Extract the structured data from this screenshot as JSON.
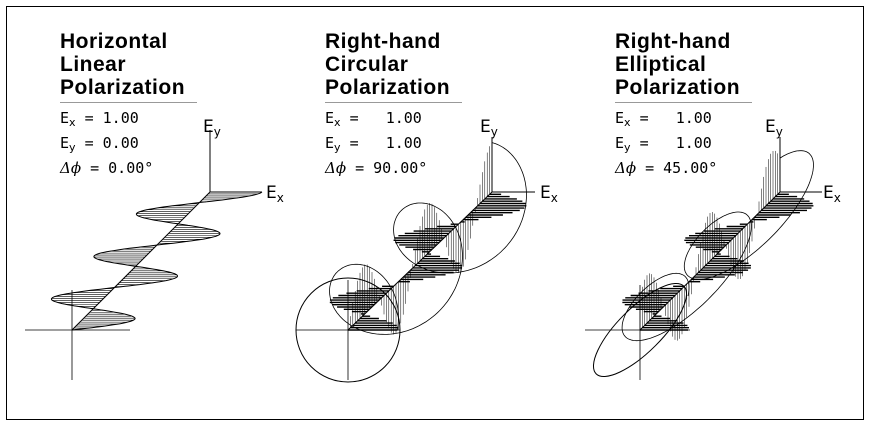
{
  "panels": [
    {
      "title_lines": [
        "Horizontal",
        "Linear",
        "Polarization"
      ],
      "ex_label": "E",
      "ex_sub": "x",
      "ex_value": "1.00",
      "ey_label": "E",
      "ey_sub": "y",
      "ey_value": "0.00",
      "dphi_label": "Δϕ",
      "dphi_value": "0.00°",
      "axis_x": "E",
      "axis_x_sub": "x",
      "axis_y": "E",
      "axis_y_sub": "y"
    },
    {
      "title_lines": [
        "Right-hand",
        "Circular",
        "Polarization"
      ],
      "ex_label": "E",
      "ex_sub": "x",
      "ex_value": "  1.00",
      "ey_label": "E",
      "ey_sub": "y",
      "ey_value": "  1.00",
      "dphi_label": "Δϕ",
      "dphi_value": "90.00°",
      "axis_x": "E",
      "axis_x_sub": "x",
      "axis_y": "E",
      "axis_y_sub": "y"
    },
    {
      "title_lines": [
        "Right-hand",
        "Elliptical",
        "Polarization"
      ],
      "ex_label": "E",
      "ex_sub": "x",
      "ex_value": "  1.00",
      "ey_label": "E",
      "ey_sub": "y",
      "ey_value": "  1.00",
      "dphi_label": "Δϕ",
      "dphi_value": "45.00°",
      "axis_x": "E",
      "axis_x_sub": "x",
      "axis_y": "E",
      "axis_y_sub": "y"
    }
  ],
  "colors": {
    "ink": "#000000",
    "rule": "#999999",
    "background": "#ffffff"
  }
}
